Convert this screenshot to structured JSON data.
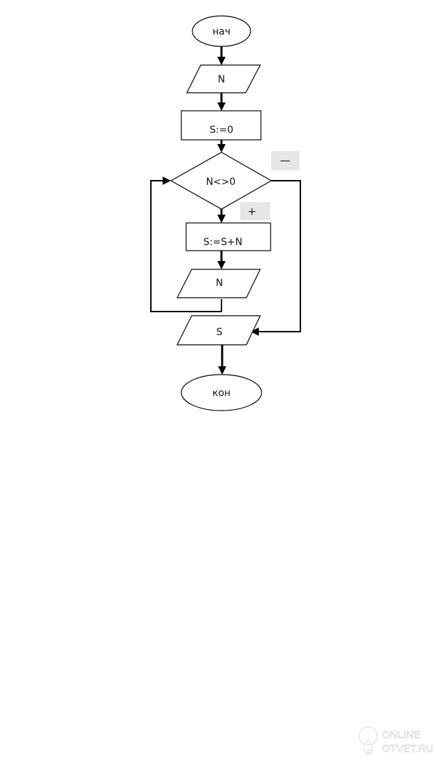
{
  "flowchart": {
    "start": {
      "label": "нач"
    },
    "input_n": {
      "label": "N"
    },
    "init": {
      "label": "S:=0"
    },
    "condition": {
      "label": "N<>0",
      "false_label": "—",
      "true_label": "+"
    },
    "accumulate": {
      "label": "S:=S+N"
    },
    "input_n_loop": {
      "label": "N"
    },
    "output_s": {
      "label": "S"
    },
    "end": {
      "label": "кон"
    }
  },
  "watermark": {
    "line1": "ONLINE",
    "line2": "OTVET.RU",
    "icon": "lightbulb-icon"
  }
}
